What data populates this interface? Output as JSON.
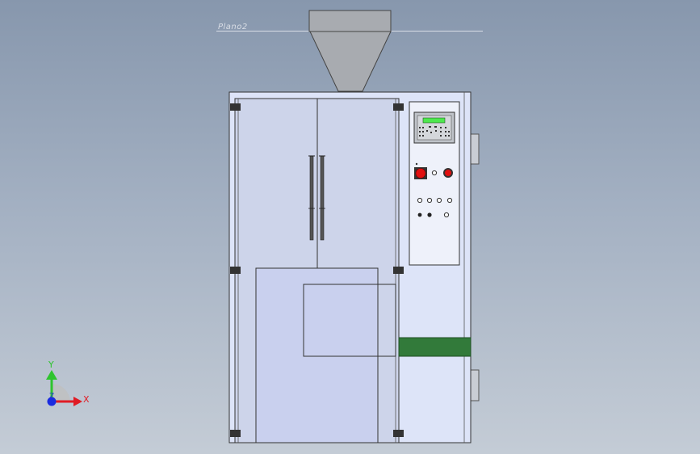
{
  "viewport": {
    "plane_label": "Plano2"
  },
  "triad": {
    "y_label": "Y",
    "x_label": "X",
    "z_label": "Z",
    "colors": {
      "x": "#e01b24",
      "y": "#2ec42e",
      "z": "#1a2be0"
    }
  },
  "machine": {
    "colors": {
      "body": "#dde4f8",
      "door": "#cdd4ea",
      "hopper": "#a8abb0",
      "green_band": "#327a3a",
      "lcd_screen": "#4ee84e",
      "estop": "#e01010"
    },
    "icons": [
      "hopper-icon",
      "door-handle-icon",
      "hinge-icon",
      "lcd-panel-icon",
      "emergency-stop-icon",
      "indicator-lamp-icon"
    ]
  }
}
